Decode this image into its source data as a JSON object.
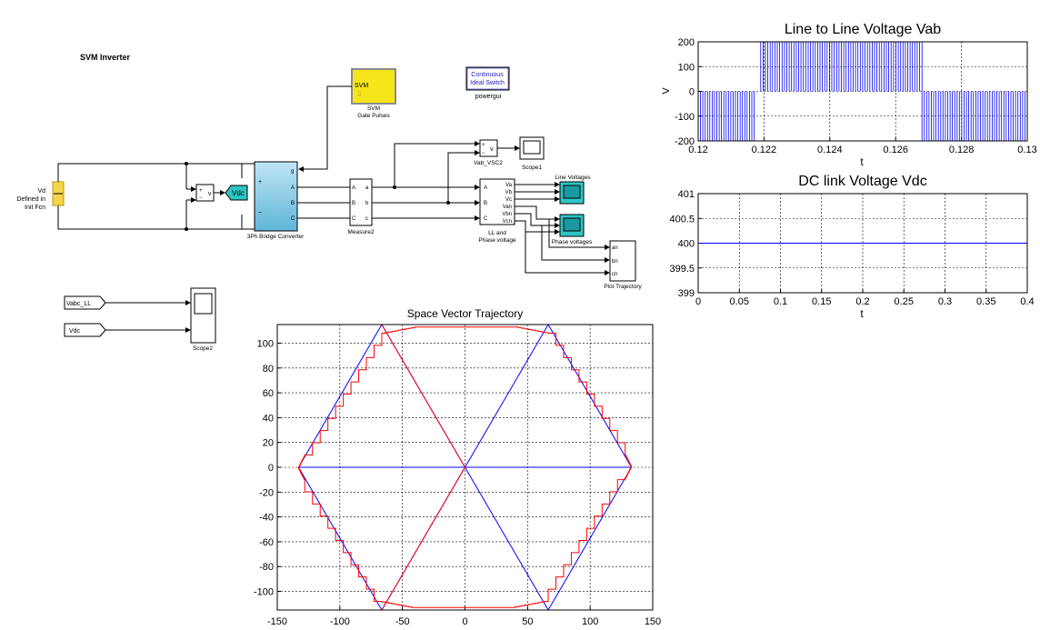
{
  "model": {
    "title": "SVM Inverter",
    "blocks": {
      "vd_source": {
        "lines": [
          "Vd",
          "Defined in",
          "Init Fcn"
        ]
      },
      "voltmeter_v": {
        "label": "v"
      },
      "vdc_goto": {
        "label": "Vdc"
      },
      "bridge": {
        "label": "3Ph Bridge Converter",
        "ports": [
          "g",
          "A",
          "B",
          "C"
        ]
      },
      "measure": {
        "label": "Measure2",
        "in_ports": [
          "A",
          "B",
          "C"
        ],
        "out_ports": [
          "a",
          "b",
          "c"
        ]
      },
      "svm": {
        "text": "SVM",
        "label_lines": [
          "SVM",
          "Gate Pulses"
        ]
      },
      "powergui": {
        "lines": [
          "Continuous",
          "Ideal Switch"
        ],
        "label": "powergui"
      },
      "vab_meter": {
        "label": "Vab_VSC2",
        "port": "v"
      },
      "scope1": {
        "label": "Scope1"
      },
      "ll_phase": {
        "in_ports": [
          "A",
          "B",
          "C"
        ],
        "out_ports": [
          "Va",
          "Vb",
          "Vc",
          "Van",
          "Vbn",
          "Vcn"
        ],
        "label_lines": [
          "LL and",
          "Phase voltage"
        ]
      },
      "line_voltages_scope": {
        "label": "Line Voltages"
      },
      "phase_voltages_scope": {
        "label": "Phase voltages"
      },
      "plot_traj": {
        "ports": [
          "an",
          "bn",
          "cn"
        ],
        "label": "Plot Trajectory"
      },
      "from_vabc": {
        "label": "Vabc_LL"
      },
      "from_vdc": {
        "label": "Vdc"
      },
      "scope2": {
        "label": "Scope2"
      }
    }
  },
  "plots": {
    "vab": {
      "chart_data": {
        "type": "line",
        "title": "Line to Line Voltage Vab",
        "xlabel": "t",
        "ylabel": "V",
        "xlim": [
          0.12,
          0.13
        ],
        "ylim": [
          -200,
          200
        ],
        "xticks": [
          "0.12",
          "0.122",
          "0.124",
          "0.126",
          "0.128",
          "0.13"
        ],
        "yticks": [
          "200",
          "100",
          "0",
          "-100",
          "-200"
        ],
        "grid": true,
        "series": [
          {
            "segments": [
              {
                "x": [
                  0.12,
                  0.1217
                ],
                "level": -200
              },
              {
                "x": [
                  0.1219,
                  0.1268
                ],
                "level": 200
              },
              {
                "x": [
                  0.1268,
                  0.13
                ],
                "level": -200
              }
            ]
          }
        ],
        "color": "#0000ff"
      }
    },
    "vdc": {
      "chart_data": {
        "type": "line",
        "title": "DC link Voltage Vdc",
        "xlabel": "t",
        "ylabel": "",
        "xlim": [
          0,
          0.4
        ],
        "ylim": [
          399,
          401
        ],
        "xticks": [
          "0",
          "0.05",
          "0.1",
          "0.15",
          "0.2",
          "0.25",
          "0.3",
          "0.35",
          "0.4"
        ],
        "yticks": [
          "401",
          "400.5",
          "400",
          "399.5",
          "399"
        ],
        "grid": true,
        "series": [
          {
            "x": [
              0,
              0.4
            ],
            "y": [
              400,
              400
            ]
          }
        ],
        "color": "#0000ff"
      }
    },
    "traj": {
      "chart_data": {
        "type": "line",
        "title": "Space Vector Trajectory",
        "xlabel": "",
        "ylabel": "",
        "xlim": [
          -150,
          150
        ],
        "ylim": [
          -115,
          115
        ],
        "xticks": [
          "-150",
          "-100",
          "-50",
          "0",
          "50",
          "100",
          "150"
        ],
        "yticks": [
          "100",
          "80",
          "60",
          "40",
          "20",
          "0",
          "-20",
          "-40",
          "-60",
          "-80",
          "-100"
        ],
        "grid": true,
        "series": [
          {
            "color": "#0000ff",
            "x": [
              -133,
              -66.5,
              66.5,
              133,
              66.5,
              -66.5,
              -133
            ],
            "y": [
              0,
              115,
              115,
              0,
              -115,
              -115,
              0
            ]
          },
          {
            "color": "#0000ff",
            "x": [
              -133,
              133
            ],
            "y": [
              0,
              0
            ]
          },
          {
            "color": "#0000ff",
            "x": [
              -66.5,
              66.5
            ],
            "y": [
              115,
              -115
            ]
          },
          {
            "color": "#0000ff",
            "x": [
              66.5,
              -66.5
            ],
            "y": [
              115,
              -115
            ]
          },
          {
            "color": "#ff0000",
            "x": [
              -66.5,
              0,
              -66.5
            ],
            "y": [
              115,
              0,
              -115
            ]
          },
          {
            "color": "#ff0000",
            "x": [
              -66.5,
              -40,
              40,
              66.5,
              128,
              133,
              128,
              66.5,
              40,
              -40,
              -66.5,
              -128,
              -133,
              -128,
              -66.5
            ],
            "y": [
              108,
              113,
              113,
              108,
              10,
              0,
              -10,
              -108,
              -113,
              -113,
              -108,
              -10,
              0,
              10,
              108
            ]
          }
        ]
      }
    }
  }
}
